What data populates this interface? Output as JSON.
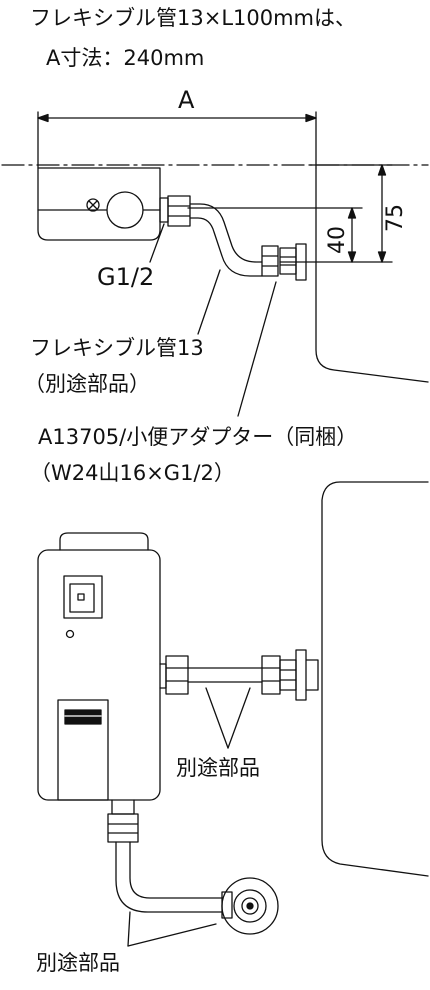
{
  "header": {
    "line1": "フレキシブル管13×L100mmは、",
    "line2": "A寸法：240mm"
  },
  "dimensions": {
    "a_label": "A",
    "dim_75": "75",
    "dim_40": "40"
  },
  "labels": {
    "thread_g12": "G1/2",
    "flex_pipe": "フレキシブル管13",
    "separate_parts_paren": "（別途部品）",
    "adapter_model": "A13705/小便アダプター（同梱）",
    "adapter_thread": "（W24山16×G1/2）",
    "separate_parts_1": "別途部品",
    "separate_parts_2": "別途部品"
  },
  "colors": {
    "line": "#111111",
    "device_fill": "#ffffff"
  },
  "icons": {
    "screw": "screw-icon",
    "sensor": "sensor-window-icon"
  }
}
